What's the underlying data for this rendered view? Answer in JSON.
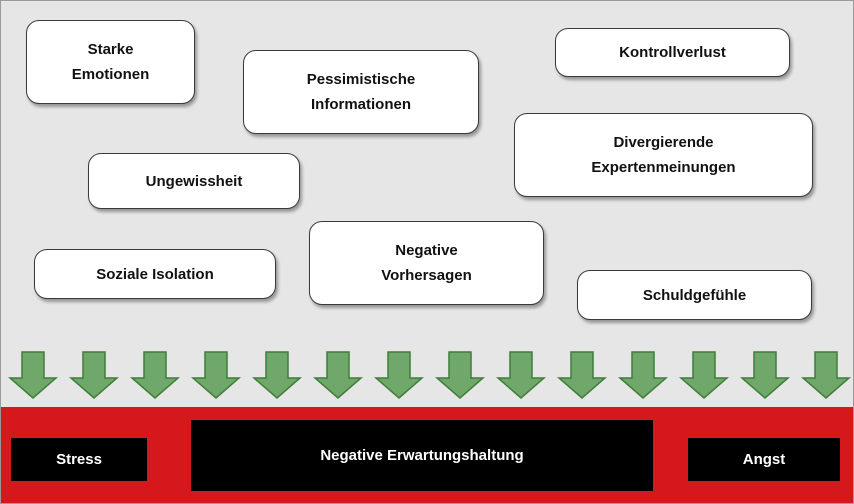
{
  "colors": {
    "background": "#e6e6e6",
    "box_fill": "#ffffff",
    "arrow_fill": "#6fa86a",
    "arrow_stroke": "#3f7d3a",
    "band": "#d4181c",
    "result_box": "#000000"
  },
  "factors": [
    {
      "label": "Starke\nEmotionen"
    },
    {
      "label": "Pessimistische\nInformationen"
    },
    {
      "label": "Kontrollverlust"
    },
    {
      "label": "Divergierende\nExpertenmeinungen"
    },
    {
      "label": "Ungewissheit"
    },
    {
      "label": "Negative\nVorhersagen"
    },
    {
      "label": "Soziale Isolation"
    },
    {
      "label": "Schuldgefühle"
    }
  ],
  "arrows": {
    "count": 14,
    "icon": "arrow-down-icon"
  },
  "outcomes": {
    "stress": "Stress",
    "center": "Negative Erwartungshaltung",
    "angst": "Angst"
  }
}
